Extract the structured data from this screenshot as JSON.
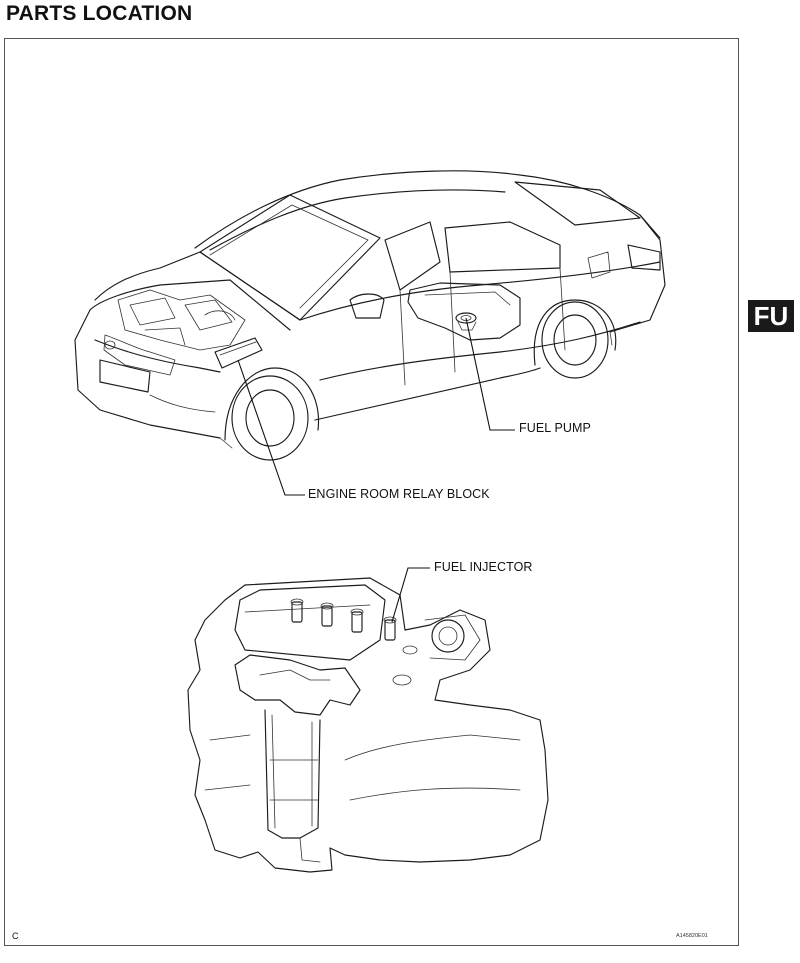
{
  "page": {
    "title": "PARTS LOCATION",
    "section_tab": "FU",
    "corner_mark": "C",
    "figure_id": "A145820E01"
  },
  "callouts": {
    "fuel_pump": "FUEL PUMP",
    "engine_room_relay_block": "ENGINE ROOM RELAY BLOCK",
    "fuel_injector": "FUEL INJECTOR"
  }
}
